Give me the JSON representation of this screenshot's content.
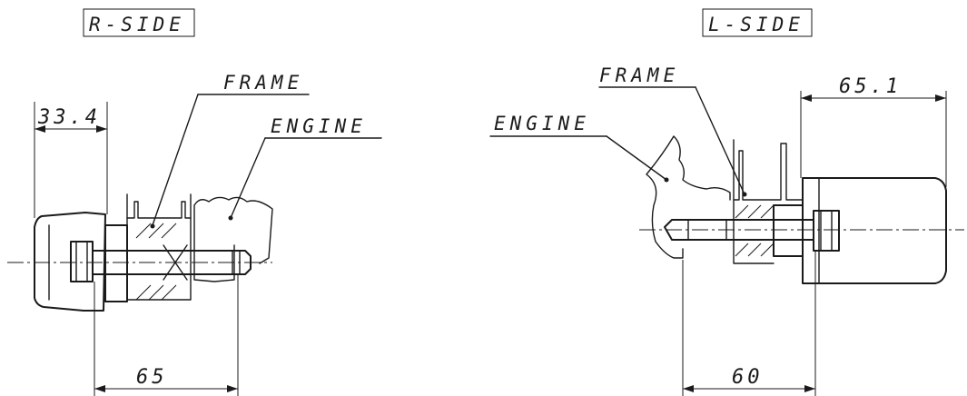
{
  "right_side": {
    "title": "R-SIDE",
    "frame_label": "FRAME",
    "engine_label": "ENGINE",
    "dim_top": "33.4",
    "dim_bottom": "65"
  },
  "left_side": {
    "title": "L-SIDE",
    "frame_label": "FRAME",
    "engine_label": "ENGINE",
    "dim_top": "65.1",
    "dim_bottom": "60"
  }
}
